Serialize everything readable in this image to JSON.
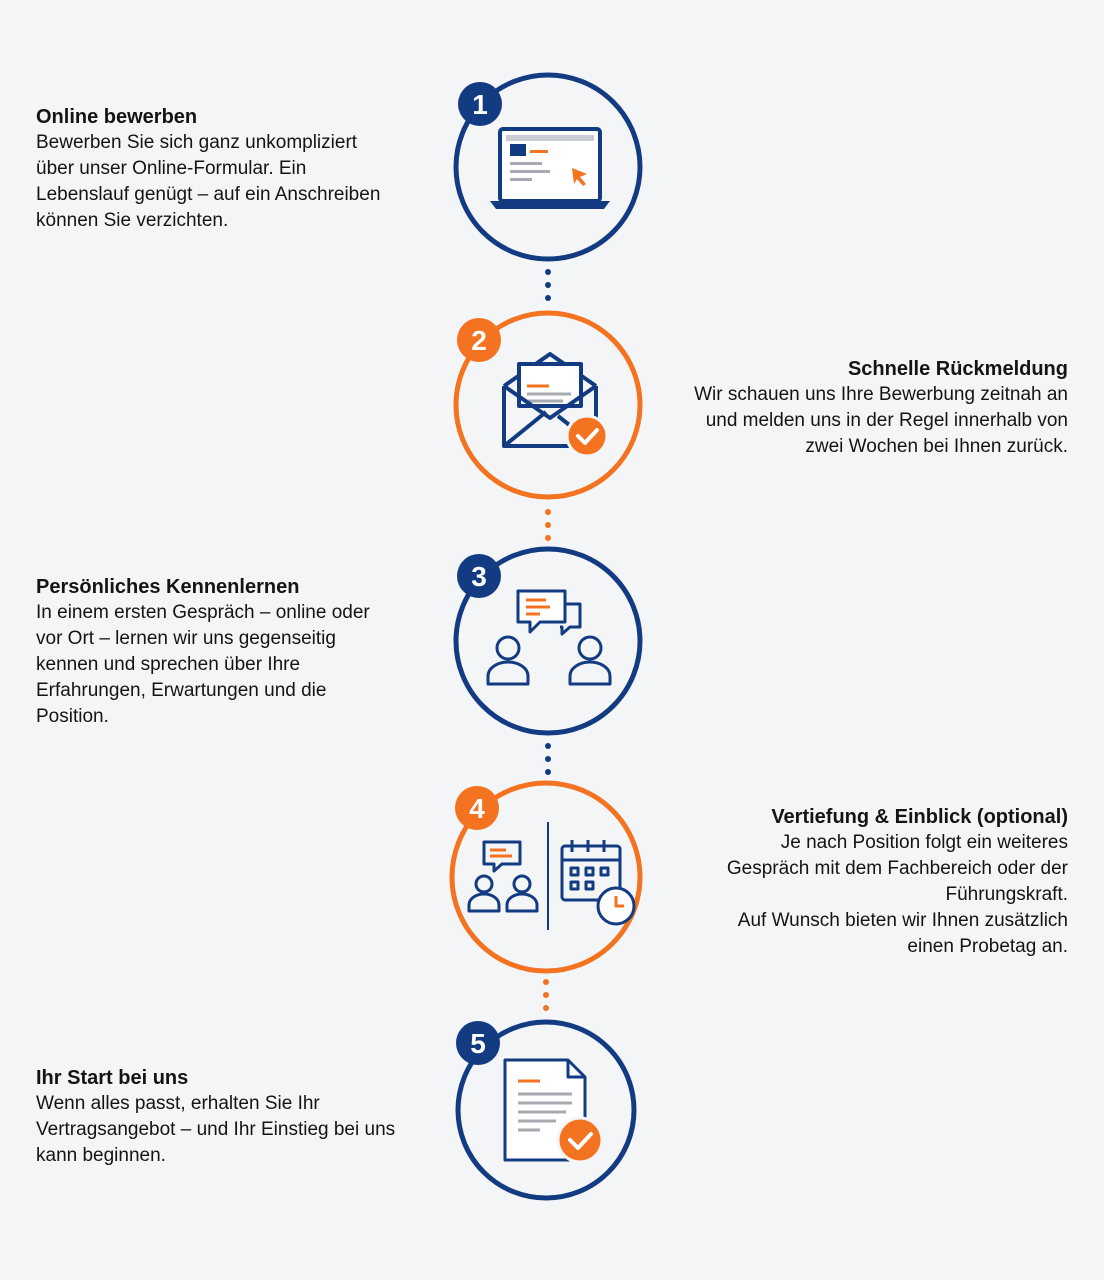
{
  "colors": {
    "navy": "#133b82",
    "orange": "#f37320",
    "text": "#141414",
    "background": "#f4f5f7",
    "line_gray": "#a7aab0"
  },
  "steps": [
    {
      "number": "1",
      "color": "navy",
      "icon": "laptop-form-icon",
      "title": "Online bewerben",
      "lines": [
        "Bewerben Sie sich ganz unkompliziert",
        "über unser Online-Formular. Ein",
        "Lebenslauf genügt – auf ein Anschreiben",
        "können Sie verzichten."
      ]
    },
    {
      "number": "2",
      "color": "orange",
      "icon": "envelope-check-icon",
      "title": "Schnelle Rückmeldung",
      "lines": [
        "Wir schauen uns Ihre Bewerbung zeitnah an",
        "und melden uns in der Regel innerhalb von",
        "zwei Wochen bei Ihnen zurück."
      ]
    },
    {
      "number": "3",
      "color": "navy",
      "icon": "conversation-icon",
      "title": "Persönliches Kennenlernen",
      "lines": [
        "In einem ersten Gespräch – online oder",
        "vor Ort – lernen wir uns gegenseitig",
        "kennen und sprechen über Ihre",
        "Erfahrungen, Erwartungen und die",
        "Position."
      ]
    },
    {
      "number": "4",
      "color": "orange",
      "icon": "meeting-calendar-icon",
      "title": "Vertiefung & Einblick (optional)",
      "lines": [
        "Je nach Position folgt ein weiteres",
        "Gespräch mit dem Fachbereich oder der",
        "Führungskraft.",
        "Auf Wunsch bieten wir Ihnen zusätzlich",
        "einen Probetag an."
      ]
    },
    {
      "number": "5",
      "color": "navy",
      "icon": "contract-check-icon",
      "title": "Ihr Start bei uns",
      "lines": [
        "Wenn alles passt, erhalten Sie Ihr",
        "Vertragsangebot – und Ihr Einstieg bei uns",
        "kann beginnen."
      ]
    }
  ]
}
